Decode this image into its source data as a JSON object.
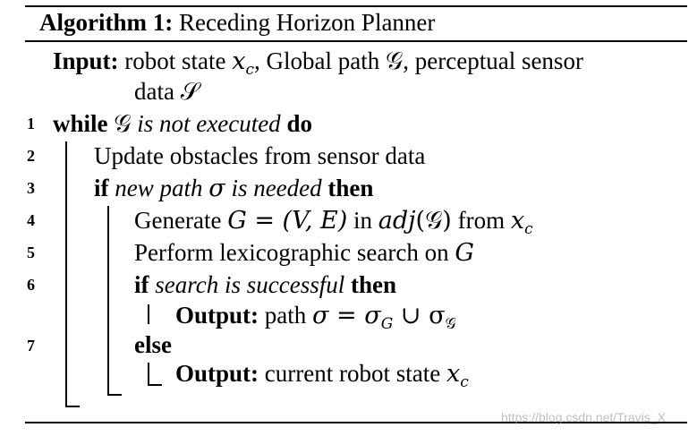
{
  "algorithm": {
    "label": "Algorithm 1:",
    "title": "Receding Horizon Planner"
  },
  "input": {
    "label": "Input:",
    "text_a": "robot state ",
    "xc_var": "x",
    "xc_sub": "c",
    "text_b": ", Global path ",
    "gpath": "𝒢",
    "text_c": ", perceptual sensor",
    "text_d": "data ",
    "sensor": "𝒮"
  },
  "lines": {
    "l1": {
      "num": "1",
      "kw_while": "while",
      "g": "𝒢",
      "cond": " is not executed",
      "kw_do": "do"
    },
    "l2": {
      "num": "2",
      "text": "Update obstacles from sensor data"
    },
    "l3": {
      "num": "3",
      "kw_if": "if",
      "cond_a": "new path ",
      "sigma": "σ",
      "cond_b": " is needed",
      "kw_then": "then"
    },
    "l4": {
      "num": "4",
      "text_a": "Generate ",
      "expr": "G = (V, E)",
      "text_b": " in ",
      "adj": "adj",
      "adj_arg": "(𝒢)",
      "text_c": " from ",
      "xc_var": "x",
      "xc_sub": "c"
    },
    "l5": {
      "num": "5",
      "text_a": "Perform lexicographic search on ",
      "g": "G"
    },
    "l6": {
      "num": "6",
      "kw_if": "if",
      "cond": "search is successful",
      "kw_then": "then"
    },
    "out1": {
      "label": "Output:",
      "text_a": "path ",
      "expr": "σ = σ",
      "sub1": "G",
      "union": " ∪ σ",
      "sub2": "𝒢"
    },
    "l7": {
      "num": "7",
      "kw_else": "else"
    },
    "out2": {
      "label": "Output:",
      "text_a": "current robot state ",
      "xc_var": "x",
      "xc_sub": "c"
    }
  },
  "watermark": "https://blog.csdn.net/Travis_X"
}
